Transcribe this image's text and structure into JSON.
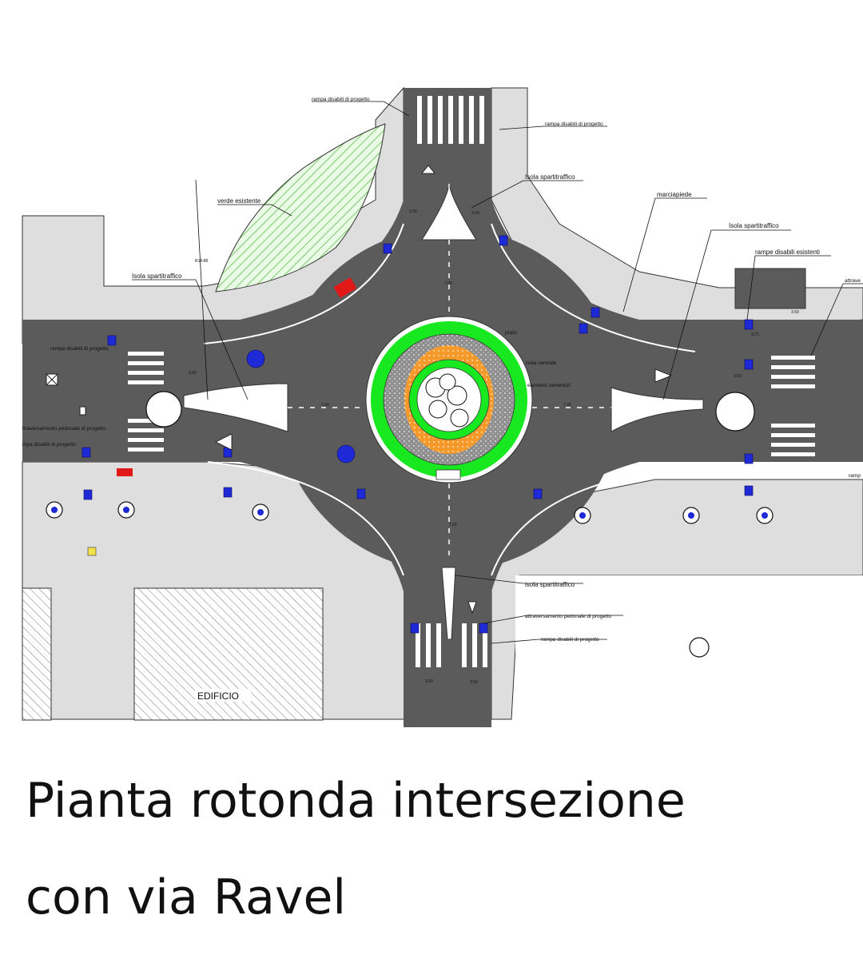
{
  "plan": {
    "labels": {
      "rampa_top": "rampa disabili di progetto",
      "rampa_top_right": "rampa disabili di progetto",
      "isola_top": "Isola spartitraffico",
      "verde": "verde esistente",
      "marciapiede": "marciapiede",
      "isola_right": "Isola spartitraffico",
      "rampe_esistenti": "rampe disabili esistenti",
      "attrave_right": "attrave",
      "isola_left": "Isola spartitraffico",
      "rampa_left": "rampa disabili di progetto",
      "attraversamento_left": "ttraversamento pedonale di progetto",
      "rampa_left2": "mpa disabili di progetto",
      "prato": "prato",
      "isola_centrale": "isola centrale",
      "elemento_cementizio": "elementi cementizi",
      "ramp_right": "ramp",
      "isola_bottom": "isola spartitraffico",
      "attraversamento_bottom": "attraversamento pedonale di progetto",
      "rampa_bottom": "rampa disabili di progetto",
      "edificio": "EDIFICIO",
      "radius": "R14.88"
    },
    "dims": {
      "d_top_left": "3.50",
      "d_top_right": "3.50",
      "d_ring_top": "7.00",
      "d_ring_left": "7.00",
      "d_ring_right": "7.00",
      "d_ring_bottom": "7.00",
      "d_bottom_left": "3.50",
      "d_bottom_right": "3.50",
      "d_left": "3.50",
      "d_right_a": "3.50",
      "d_right_b": "3.71",
      "d_right_c": "3.50"
    }
  },
  "caption": {
    "line1": "Pianta rotonda intersezione",
    "line2": "con via Ravel"
  },
  "colors": {
    "asphalt": "#5b5b5b",
    "sidewalk": "#dcdcdc",
    "grass": "#17e81f",
    "orange": "#f59a2a",
    "gravel": "#9a9a9a",
    "sign_blue": "#1d2ad6",
    "hatch_green": "#7fd36b"
  }
}
